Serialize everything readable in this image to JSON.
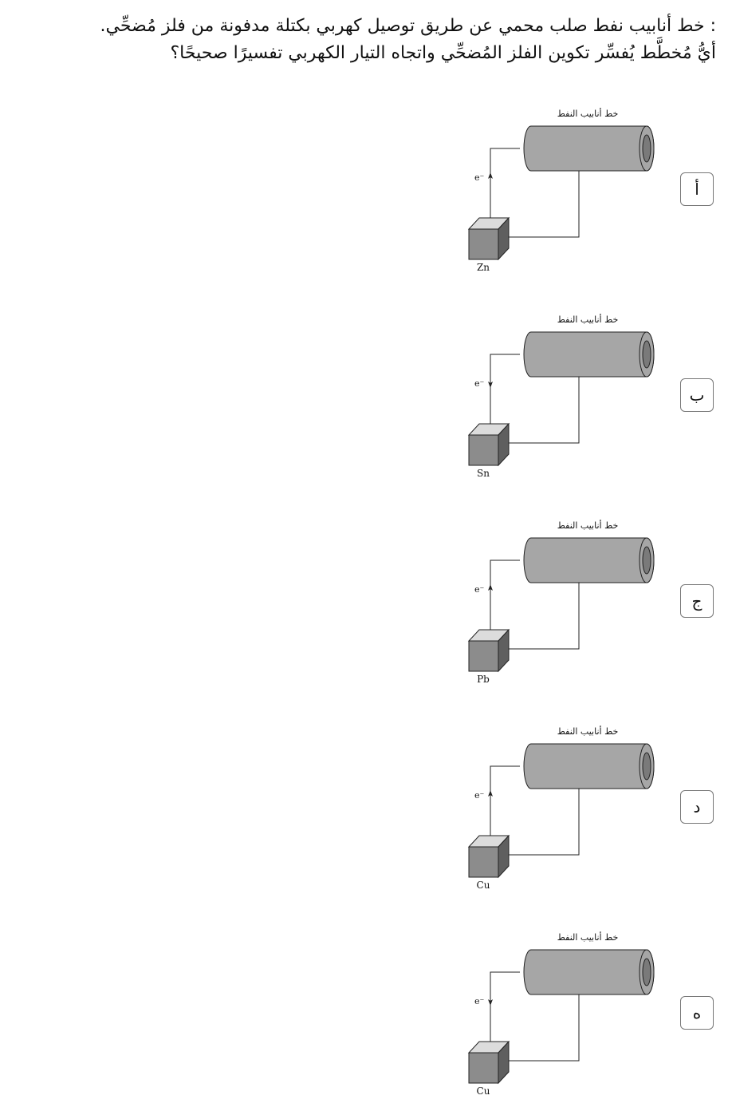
{
  "question": {
    "line1": ": خط أنابيب نفط صلب محمي عن طريق توصيل كهربي بكتلة مدفونة من فلز مُضحِّي.",
    "line2": "أيُّ مُخطَّط يُفسِّر تكوين الفلز المُضحِّي واتجاه التيار الكهربي تفسيرًا صحيحًا؟"
  },
  "options": [
    {
      "choice": "أ",
      "pipe_label": "خط أنابيب النفط",
      "metal": "Zn",
      "electron_label": "e⁻",
      "electron_direction": "up"
    },
    {
      "choice": "ب",
      "pipe_label": "خط أنابيب النفط",
      "metal": "Sn",
      "electron_label": "e⁻",
      "electron_direction": "down"
    },
    {
      "choice": "ج",
      "pipe_label": "خط أنابيب النفط",
      "metal": "Pb",
      "electron_label": "e⁻",
      "electron_direction": "up"
    },
    {
      "choice": "د",
      "pipe_label": "خط أنابيب النفط",
      "metal": "Cu",
      "electron_label": "e⁻",
      "electron_direction": "up"
    },
    {
      "choice": "ه",
      "pipe_label": "خط أنابيب النفط",
      "metal": "Cu",
      "electron_label": "e⁻",
      "electron_direction": "down"
    }
  ],
  "colors": {
    "pipe_body": "#a6a6a6",
    "pipe_end_inner": "#7a7a7a",
    "block_front": "#8c8c8c",
    "block_top": "#dcdcdc",
    "block_side": "#5f5f5f",
    "wire": "#222222"
  }
}
